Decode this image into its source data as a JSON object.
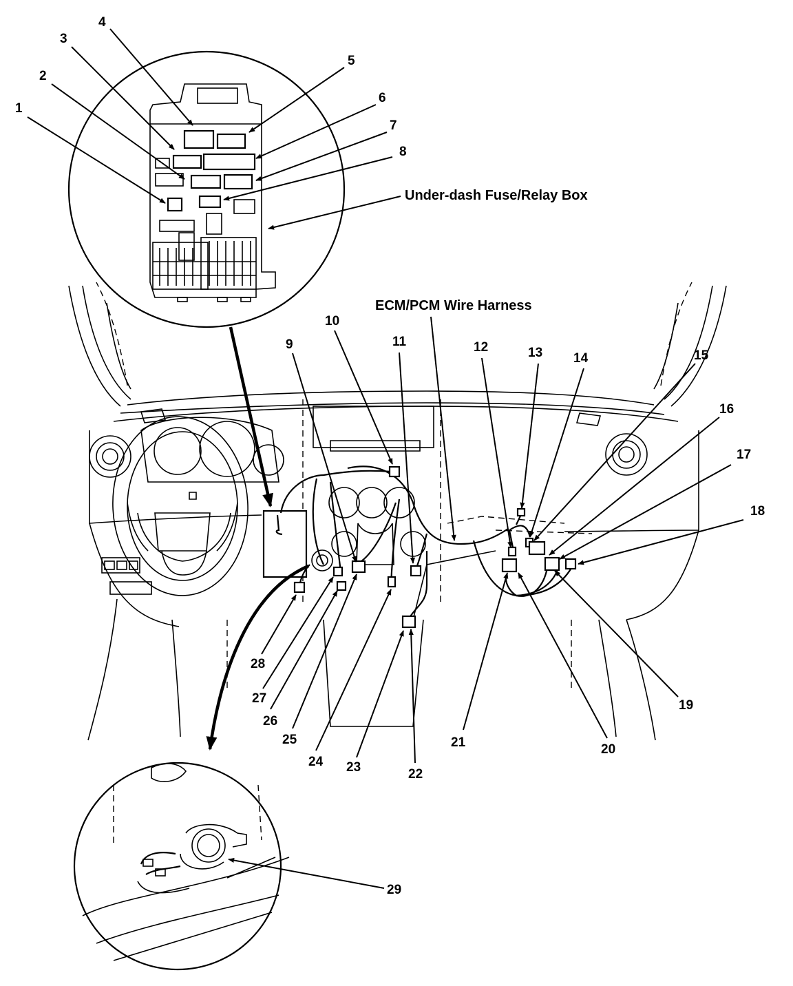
{
  "labels": {
    "fuse_box": "Under-dash Fuse/Relay Box",
    "harness": "ECM/PCM Wire Harness"
  },
  "callouts": [
    "1",
    "2",
    "3",
    "4",
    "5",
    "6",
    "7",
    "8",
    "9",
    "10",
    "11",
    "12",
    "13",
    "14",
    "15",
    "16",
    "17",
    "18",
    "19",
    "20",
    "21",
    "22",
    "23",
    "24",
    "25",
    "26",
    "27",
    "28",
    "29"
  ]
}
